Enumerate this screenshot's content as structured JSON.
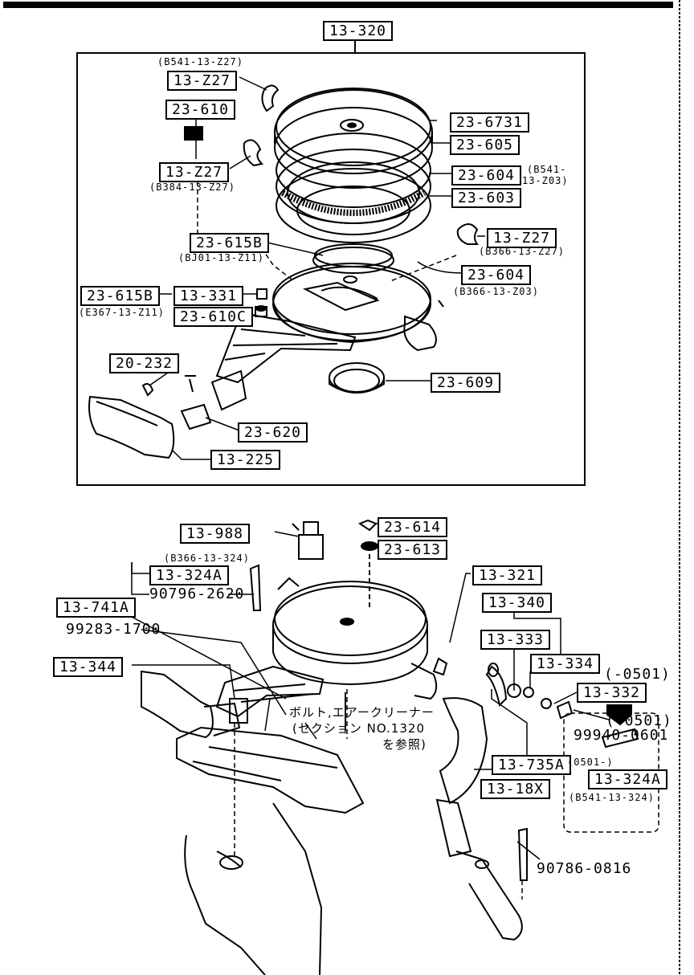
{
  "callouts": [
    {
      "id": "c13320",
      "text": "13-320",
      "boxed": true
    },
    {
      "id": "c13z27a_note",
      "text": "(B541-13-Z27)",
      "boxed": false
    },
    {
      "id": "c13z27a",
      "text": "13-Z27",
      "boxed": true
    },
    {
      "id": "c23610",
      "text": "23-610",
      "boxed": true
    },
    {
      "id": "c13z27b",
      "text": "13-Z27",
      "boxed": true
    },
    {
      "id": "c13z27b_note",
      "text": "(B384-13-Z27)",
      "boxed": false
    },
    {
      "id": "c23615b_a",
      "text": "23-615B",
      "boxed": true
    },
    {
      "id": "c23615b_a_note",
      "text": "(BJ01-13-Z11)",
      "boxed": false
    },
    {
      "id": "c23615b_b",
      "text": "23-615B",
      "boxed": true
    },
    {
      "id": "c23615b_b_note",
      "text": "(E367-13-Z11)",
      "boxed": false
    },
    {
      "id": "c13331",
      "text": "13-331",
      "boxed": true
    },
    {
      "id": "c23610c",
      "text": "23-610C",
      "boxed": true
    },
    {
      "id": "c20232",
      "text": "20-232",
      "boxed": true
    },
    {
      "id": "c236731",
      "text": "23-6731",
      "boxed": true
    },
    {
      "id": "c23605",
      "text": "23-605",
      "boxed": true
    },
    {
      "id": "c23604a",
      "text": "23-604",
      "boxed": true
    },
    {
      "id": "c23604a_note1",
      "text": "(B541-",
      "boxed": false
    },
    {
      "id": "c23604a_note2",
      "text": "13-Z03)",
      "boxed": false
    },
    {
      "id": "c23603",
      "text": "23-603",
      "boxed": true
    },
    {
      "id": "c13z27c",
      "text": "13-Z27",
      "boxed": true
    },
    {
      "id": "c13z27c_note",
      "text": "(B366-13-Z27)",
      "boxed": false
    },
    {
      "id": "c23604b",
      "text": "23-604",
      "boxed": true
    },
    {
      "id": "c23604b_note",
      "text": "(B366-13-Z03)",
      "boxed": false
    },
    {
      "id": "c23609",
      "text": "23-609",
      "boxed": true
    },
    {
      "id": "c23620",
      "text": "23-620",
      "boxed": true
    },
    {
      "id": "c13225",
      "text": "13-225",
      "boxed": true
    },
    {
      "id": "c13988",
      "text": "13-988",
      "boxed": true
    },
    {
      "id": "c23614",
      "text": "23-614",
      "boxed": true
    },
    {
      "id": "c23613",
      "text": "23-613",
      "boxed": true
    },
    {
      "id": "c13324a_note",
      "text": "(B366-13-324)",
      "boxed": false
    },
    {
      "id": "c13324a",
      "text": "13-324A",
      "boxed": true
    },
    {
      "id": "c907962620",
      "text": "90796-2620",
      "boxed": false
    },
    {
      "id": "c13741a",
      "text": "13-741A",
      "boxed": true
    },
    {
      "id": "c992831700",
      "text": "99283-1700",
      "boxed": false
    },
    {
      "id": "c13321",
      "text": "13-321",
      "boxed": true
    },
    {
      "id": "c13340",
      "text": "13-340",
      "boxed": true
    },
    {
      "id": "c13333",
      "text": "13-333",
      "boxed": true
    },
    {
      "id": "c13334",
      "text": "13-334",
      "boxed": true
    },
    {
      "id": "c0501a",
      "text": "(-0501)",
      "boxed": false
    },
    {
      "id": "c13332",
      "text": "13-332",
      "boxed": true
    },
    {
      "id": "c0501b",
      "text": "(-0501)",
      "boxed": false
    },
    {
      "id": "c999400601",
      "text": "99940-0601",
      "boxed": false
    },
    {
      "id": "c13344",
      "text": "13-344",
      "boxed": true
    },
    {
      "id": "cjp1",
      "text": "ボルト,エアークリーナー",
      "boxed": false
    },
    {
      "id": "cjp2",
      "text": "(セクション NO.1320",
      "boxed": false
    },
    {
      "id": "cjp3",
      "text": "を参照)",
      "boxed": false
    },
    {
      "id": "c13735a",
      "text": "13-735A",
      "boxed": true
    },
    {
      "id": "c1318x",
      "text": "13-18X",
      "boxed": true
    },
    {
      "id": "c0501c",
      "text": "(0501-)",
      "boxed": false
    },
    {
      "id": "c13324a2",
      "text": "13-324A",
      "boxed": true
    },
    {
      "id": "c13324a2_note",
      "text": "(B541-13-324)",
      "boxed": false
    },
    {
      "id": "c907860816",
      "text": "90786-0816",
      "boxed": false
    }
  ]
}
